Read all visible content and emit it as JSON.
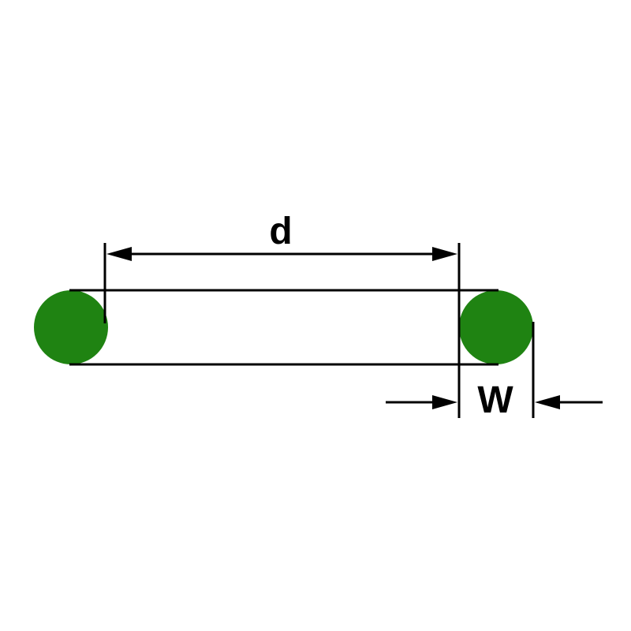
{
  "diagram": {
    "type": "o-ring-cross-section-dimension-drawing",
    "labels": {
      "inner_diameter": "d",
      "cross_section_width": "W"
    },
    "colors": {
      "ring_fill": "#1f8312",
      "line": "#000000",
      "background": "#ffffff"
    }
  }
}
